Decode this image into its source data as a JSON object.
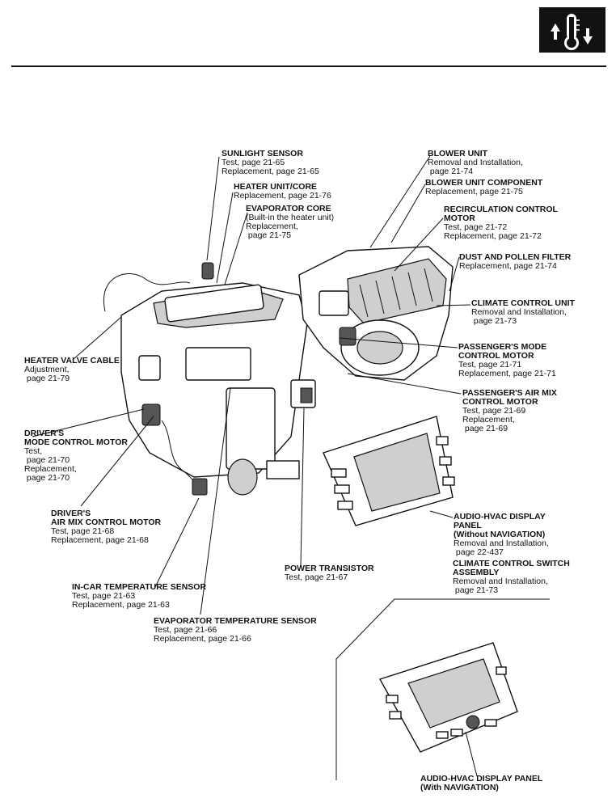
{
  "header": {
    "badge_icon": "climate-control-thermometer-icon"
  },
  "labels": {
    "sunlight_sensor": {
      "title": "SUNLIGHT SENSOR",
      "details": [
        "Test, page 21-65",
        "Replacement, page 21-65"
      ]
    },
    "heater_unit_core": {
      "title": "HEATER UNIT/CORE",
      "details": [
        "Replacement, page 21-76"
      ]
    },
    "evaporator_core": {
      "title": "EVAPORATOR CORE",
      "details": [
        "(Built-in the heater unit)",
        "Replacement,",
        " page 21-75"
      ]
    },
    "blower_unit": {
      "title": "BLOWER UNIT",
      "details": [
        "Removal and Installation,",
        " page 21-74"
      ]
    },
    "blower_unit_component": {
      "title": "BLOWER UNIT COMPONENT",
      "details": [
        "Replacement, page 21-75"
      ]
    },
    "recirculation_control_motor": {
      "title": "RECIRCULATION CONTROL\nMOTOR",
      "details": [
        "Test, page 21-72",
        "Replacement, page 21-72"
      ]
    },
    "dust_pollen_filter": {
      "title": "DUST AND POLLEN FILTER",
      "details": [
        "Replacement, page 21-74"
      ]
    },
    "climate_control_unit": {
      "title": "CLIMATE CONTROL UNIT",
      "details": [
        "Removal and Installation,",
        " page 21-73"
      ]
    },
    "passengers_mode_motor": {
      "title": "PASSENGER'S MODE\nCONTROL MOTOR",
      "details": [
        "Test, page 21-71",
        "Replacement, page 21-71"
      ]
    },
    "passengers_air_mix_motor": {
      "title": "PASSENGER'S AIR MIX\nCONTROL MOTOR",
      "details": [
        "Test, page 21-69",
        "Replacement,",
        " page 21-69"
      ]
    },
    "heater_valve_cable": {
      "title": "HEATER VALVE CABLE",
      "details": [
        "Adjustment,",
        " page 21-79"
      ]
    },
    "drivers_mode_motor": {
      "title": "DRIVER'S\nMODE CONTROL MOTOR",
      "details": [
        "Test,",
        " page 21-70",
        "Replacement,",
        " page 21-70"
      ]
    },
    "drivers_air_mix_motor": {
      "title": "DRIVER'S\nAIR MIX CONTROL MOTOR",
      "details": [
        "Test, page 21-68",
        "Replacement, page 21-68"
      ]
    },
    "in_car_temp_sensor": {
      "title": "IN-CAR TEMPERATURE SENSOR",
      "details": [
        "Test, page 21-63",
        "Replacement, page 21-63"
      ]
    },
    "evaporator_temp_sensor": {
      "title": "EVAPORATOR TEMPERATURE SENSOR",
      "details": [
        "Test, page 21-66",
        "Replacement, page 21-66"
      ]
    },
    "power_transistor": {
      "title": "POWER TRANSISTOR",
      "details": [
        "Test, page 21-67"
      ]
    },
    "audio_hvac_panel_no_nav": {
      "title": "AUDIO-HVAC DISPLAY\nPANEL\n(Without NAVIGATION)",
      "details": [
        "Removal and Installation,",
        " page 22-437"
      ]
    },
    "climate_switch_assembly": {
      "title": "CLIMATE CONTROL SWITCH\nASSEMBLY",
      "details": [
        "Removal and Installation,",
        " page 21-73"
      ]
    },
    "audio_hvac_panel_nav": {
      "title": "AUDIO-HVAC DISPLAY PANEL\n(With NAVIGATION)",
      "details": []
    }
  }
}
